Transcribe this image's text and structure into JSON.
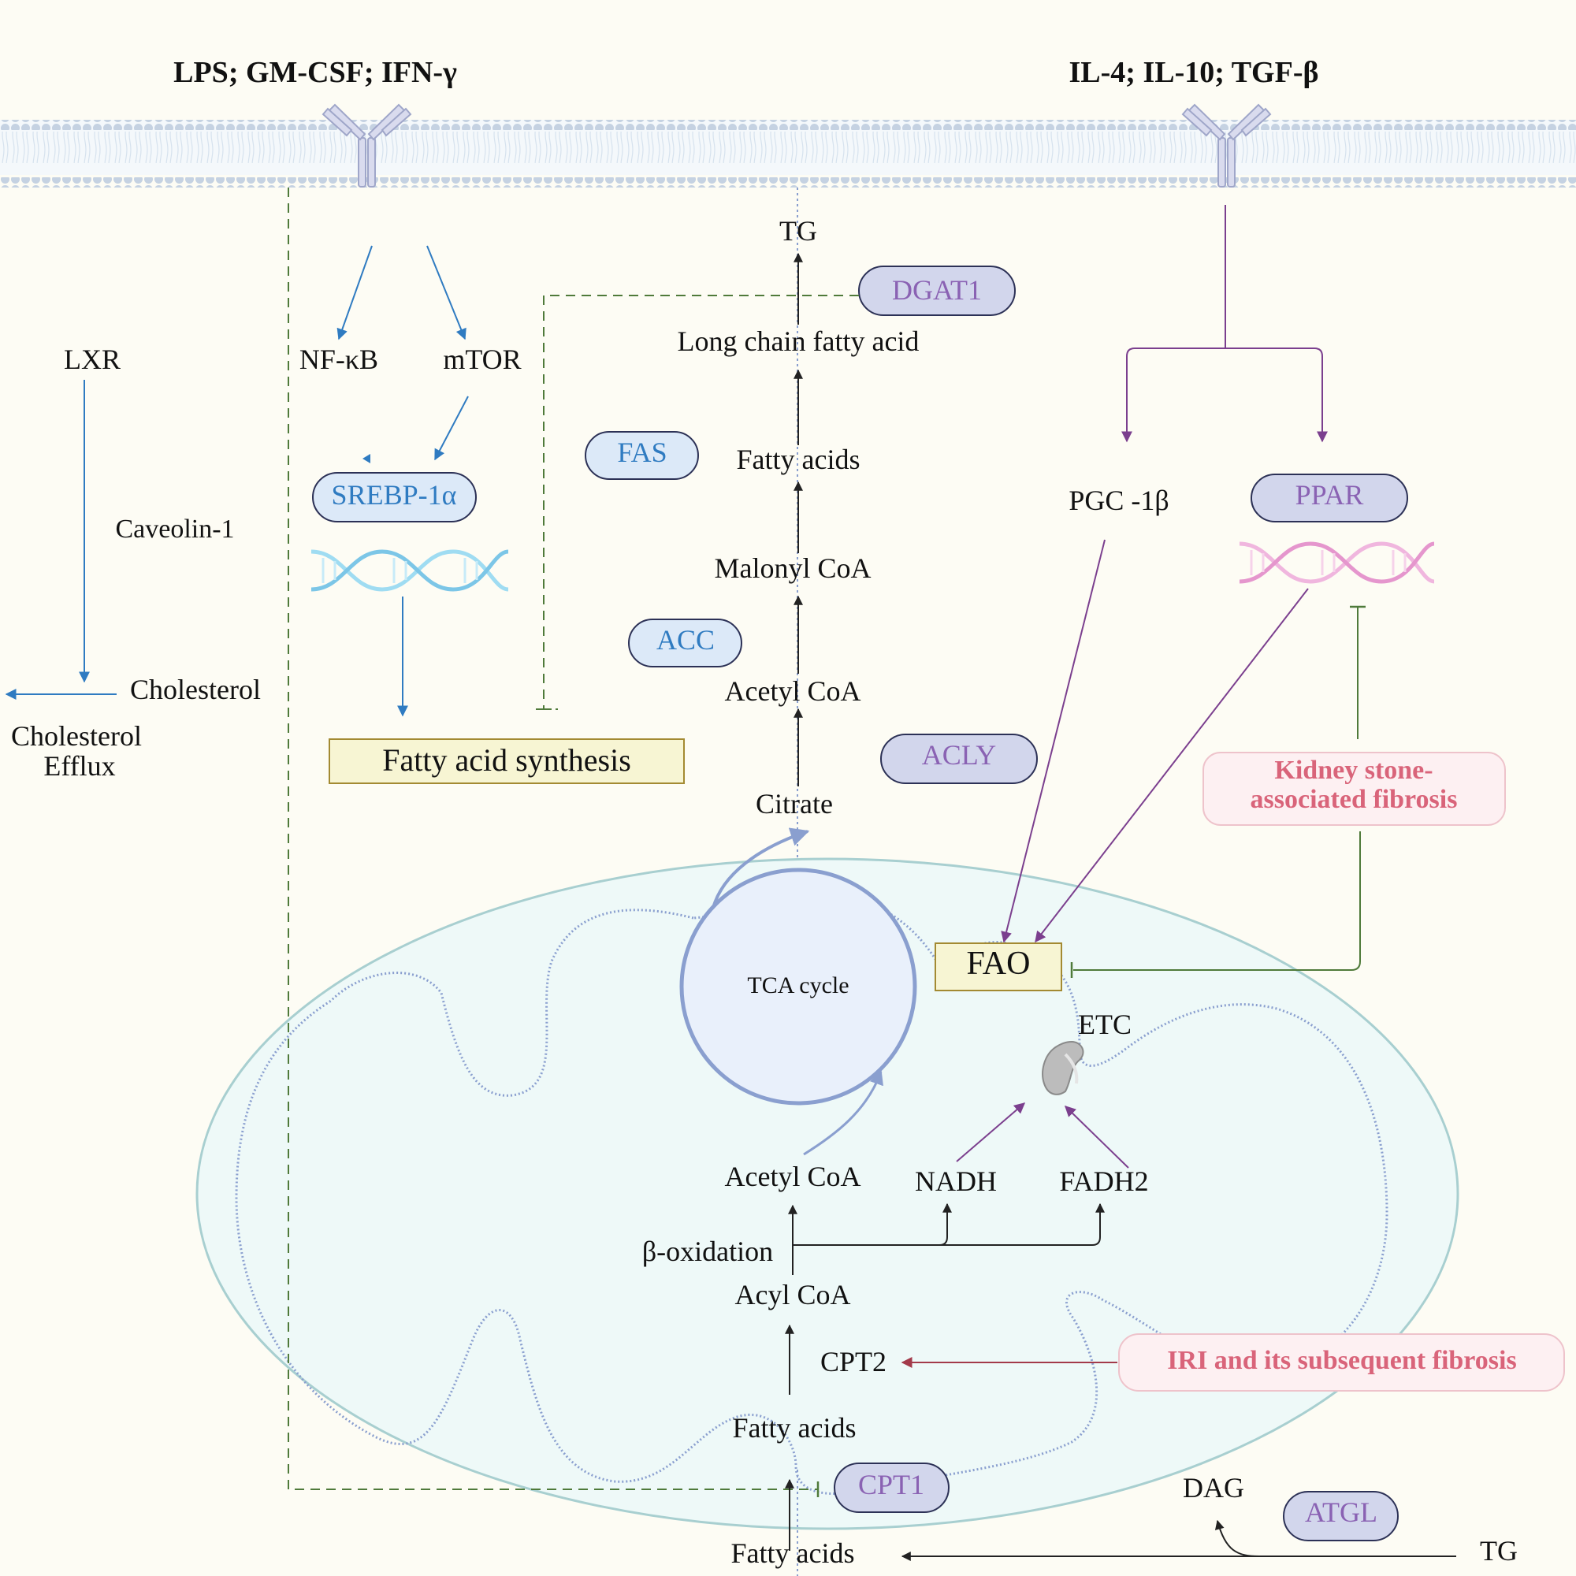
{
  "receptors": {
    "left_ligands": "LPS; GM-CSF; IFN-γ",
    "right_ligands": "IL-4; IL-10; TGF-β"
  },
  "left_pathway": {
    "lxr": "LXR",
    "caveolin": "Caveolin-1",
    "cholesterol": "Cholesterol",
    "efflux_line1": "Cholesterol",
    "efflux_line2": "Efflux",
    "nfkb": "NF-κB",
    "mtor": "mTOR",
    "srebp": "SREBP-1α",
    "fa_synthesis": "Fatty acid synthesis"
  },
  "synthesis_chain": {
    "tg_top": "TG",
    "dgat1": "DGAT1",
    "long_chain": "Long chain fatty acid",
    "fas": "FAS",
    "fatty_acids": "Fatty acids",
    "malonyl": "Malonyl CoA",
    "acc": "ACC",
    "acetyl_top": "Acetyl CoA",
    "acly": "ACLY",
    "citrate": "Citrate"
  },
  "right_pathway": {
    "pgc": "PGC -1β",
    "ppar": "PPAR",
    "kidney_line1": "Kidney stone-",
    "kidney_line2": "associated fibrosis"
  },
  "mitochondrion": {
    "tca": "TCA cycle",
    "fao": "FAO",
    "etc": "ETC",
    "acetyl_bottom": "Acetyl CoA",
    "nadh": "NADH",
    "fadh2": "FADH2",
    "beta_ox": "β-oxidation",
    "acyl": "Acyl CoA",
    "cpt2": "CPT2",
    "iri": "IRI and its subsequent fibrosis",
    "fatty_acids_inner": "Fatty acids",
    "cpt1": "CPT1"
  },
  "bottom": {
    "dag": "DAG",
    "atgl": "ATGL",
    "tg_bottom": "TG",
    "fatty_acids_bottom": "Fatty acids"
  },
  "colors": {
    "background": "#fdfcf4",
    "blue_pathway": "#2f7bc1",
    "purple_pathway": "#7b3f8e",
    "green_inhibit": "#4f7a3a",
    "red_inhibit": "#a33a4a",
    "membrane": "#c5d2e2",
    "mito_fill": "#eef9f8",
    "mito_border": "#a8cfd0",
    "tca_fill": "#e9f0fb",
    "tca_border": "#8a9fcf",
    "kidney_text": "#d9647a"
  }
}
